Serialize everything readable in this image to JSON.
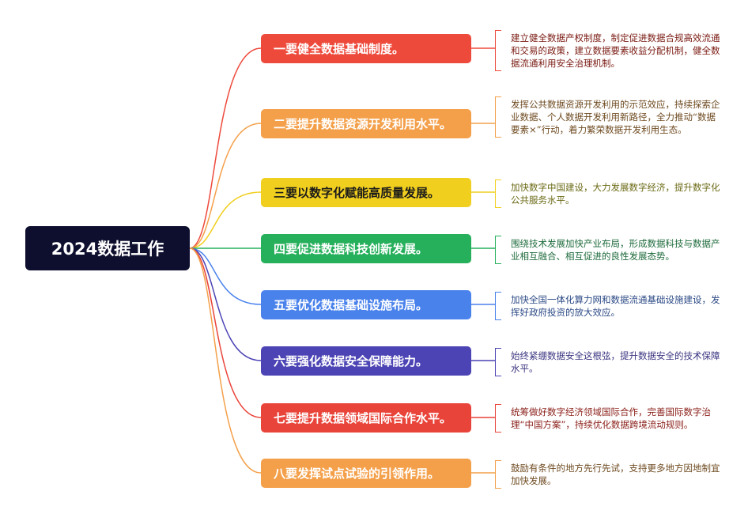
{
  "root": {
    "label": "2024数据工作"
  },
  "branches": [
    {
      "label": "一要健全数据基础制度。",
      "color": "#ee4a3c",
      "desc": "建立健全数据产权制度，制定促进数据合规高效流通和交易的政策，建立数据要素收益分配机制，健全数据流通利用安全治理机制。"
    },
    {
      "label": "二要提升数据资源开发利用水平。",
      "color": "#f4a04a",
      "desc": "发挥公共数据资源开发利用的示范效应，持续探索企业数据、个人数据开发利用新路径，全力推动“数据要素×”行动，着力繁荣数据开发利用生态。"
    },
    {
      "label": "三要以数字化赋能高质量发展。",
      "color": "#f1cf1f",
      "desc": "加快数字中国建设，大力发展数字经济，提升数字化公共服务水平。"
    },
    {
      "label": "四要促进数据科技创新发展。",
      "color": "#27b05c",
      "desc": "围绕技术发展加快产业布局，形成数据科技与数据产业相互融合、相互促进的良性发展态势。"
    },
    {
      "label": "五要优化数据基础设施布局。",
      "color": "#4a82ec",
      "desc": "加快全国一体化算力网和数据流通基础设施建设，发挥好政府投资的放大效应。"
    },
    {
      "label": "六要强化数据安全保障能力。",
      "color": "#4c44b4",
      "desc": "始终紧绷数据安全这根弦，提升数据安全的技术保障水平。"
    },
    {
      "label": "七要提升数据领域国际合作水平。",
      "color": "#e9443a",
      "desc": "统筹做好数字经济领域国际合作，完善国际数字治理“中国方案”，持续优化数据跨境流动规则。"
    },
    {
      "label": "八要发挥试点试验的引领作用。",
      "color": "#f4a04a",
      "desc": "鼓励有条件的地方先行先试，支持更多地方因地制宜加快发展。"
    }
  ]
}
